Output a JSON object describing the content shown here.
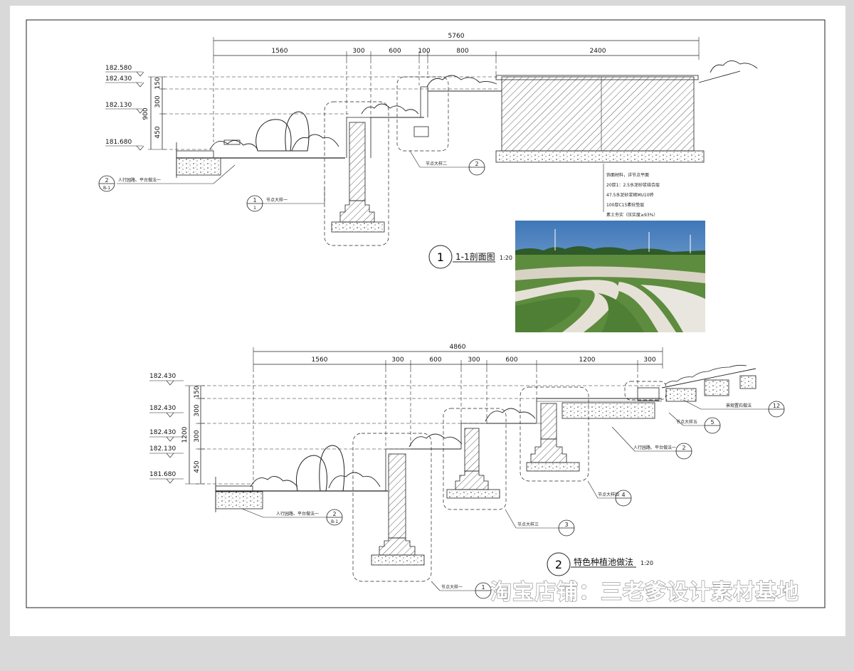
{
  "section1": {
    "dims_top": [
      "5760",
      "1560",
      "300",
      "600",
      "100",
      "800",
      "2400"
    ],
    "elevations": [
      "182.580",
      "182.430",
      "182.130",
      "181.680"
    ],
    "dims_vertical": [
      "150",
      "300",
      "450",
      "900"
    ],
    "callouts": [
      "人行园路、平台做法一",
      "节点大样一",
      "节点大样二"
    ],
    "material_notes": [
      "饰面材料，详节点平面",
      "20厚1：2.5水泥砂浆结合层",
      "47.5水泥砂浆砌MU10砖",
      "100厚C15素砼垫层",
      "素土夯实（压实度≥93%）"
    ],
    "symbol_nums": [
      "2",
      "1",
      "1",
      "2"
    ],
    "symbol_sub": "B-1",
    "title_num": "1",
    "title": "1-1剖面图",
    "scale": "1:20"
  },
  "section2": {
    "dims_top": [
      "4860",
      "1560",
      "300",
      "600",
      "300",
      "600",
      "1200",
      "300"
    ],
    "elevations": [
      "182.430",
      "182.430",
      "182.430",
      "182.130",
      "181.680"
    ],
    "dims_vertical": [
      "150",
      "300",
      "300",
      "450",
      "1200"
    ],
    "callouts": [
      "人行园路、平台做法一",
      "人行园路、平台做法一",
      "节点大样五",
      "景观置石做法",
      "节点大样四",
      "节点大样三",
      "节点大样一"
    ],
    "symbol_nums": [
      "2",
      "2",
      "5",
      "12",
      "4",
      "3",
      "1"
    ],
    "symbol_sub": "B-1",
    "title_num": "2",
    "title": "特色种植池做法",
    "scale": "1:20"
  },
  "watermark": "淘宝店铺：三老爹设计素材基地",
  "colors": {
    "sky": "#5d8fc4",
    "grass": "#4a7a34",
    "concrete": "#cfcac0",
    "paper": "#ffffff",
    "frame": "#d9d9d9"
  }
}
